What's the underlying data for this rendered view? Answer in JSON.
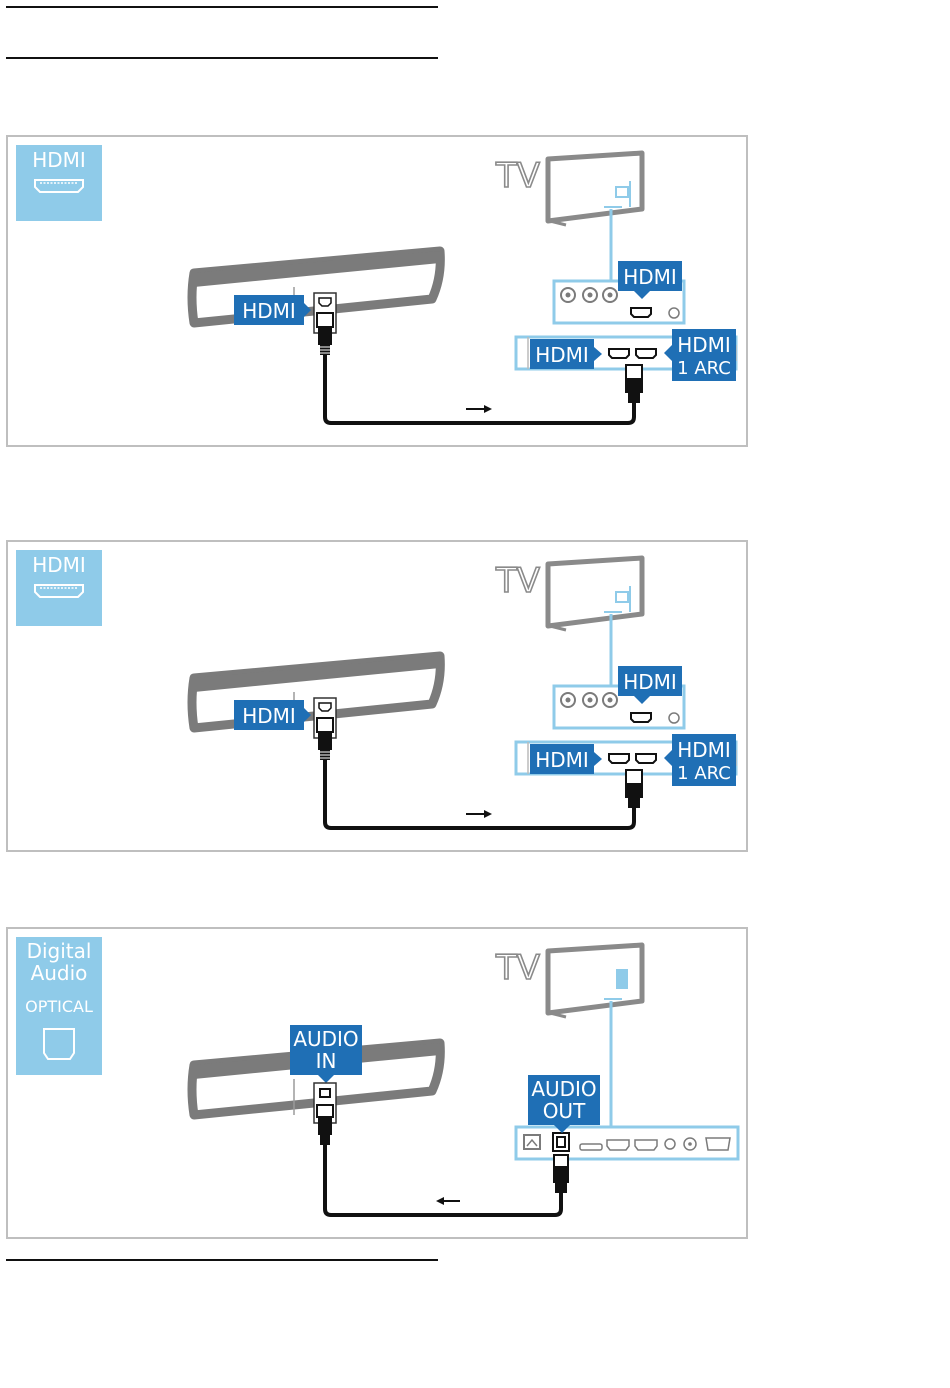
{
  "colors": {
    "light_blue": "#8fcbe9",
    "dark_blue": "#1f6fb5",
    "port_line": "#8fcbe9",
    "device_gray": "#7b7b7b",
    "cable": "#111111"
  },
  "icons": [
    "hdmi-port-icon",
    "optical-port-icon",
    "tv-icon",
    "arrow-icon"
  ],
  "panels": [
    {
      "badge_title": "HDMI",
      "tv_label": "TV",
      "device_label": "HDMI",
      "tv_top_label": "HDMI",
      "tv_bottom_label": "HDMI",
      "arc_label_1": "HDMI",
      "arc_label_2": "1 ARC"
    },
    {
      "badge_title": "HDMI",
      "tv_label": "TV",
      "device_label": "HDMI",
      "tv_top_label": "HDMI",
      "tv_bottom_label": "HDMI",
      "arc_label_1": "HDMI",
      "arc_label_2": "1 ARC"
    },
    {
      "badge_line1": "Digital",
      "badge_line2": "Audio",
      "badge_line3": "OPTICAL",
      "tv_label": "TV",
      "audio_in_1": "AUDIO",
      "audio_in_2": "IN",
      "audio_out_1": "AUDIO",
      "audio_out_2": "OUT"
    }
  ]
}
